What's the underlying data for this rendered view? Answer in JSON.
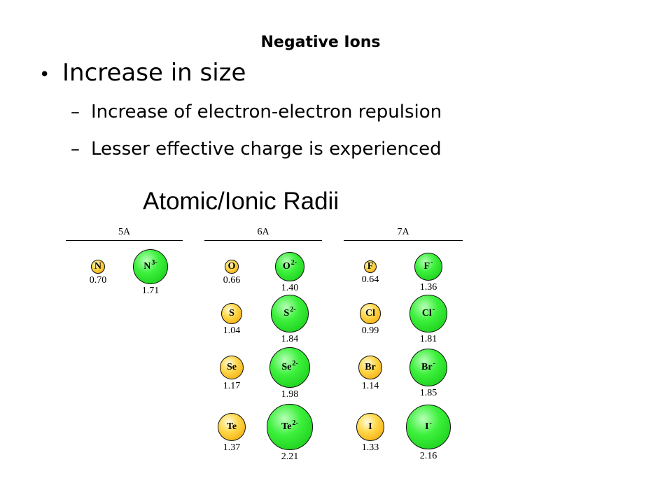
{
  "slide": {
    "title": "Negative Ions",
    "bullet_mark": "•",
    "sub_mark": "–",
    "bullet": "Increase in size",
    "sub_bullets": [
      "Increase of electron-electron repulsion",
      "Lesser effective charge is experienced"
    ]
  },
  "figure": {
    "title": "Atomic/Ionic Radii",
    "groups": [
      "5A",
      "6A",
      "7A"
    ],
    "elements": [
      {
        "atom": "N",
        "atom_radius": "0.70",
        "ion": "N",
        "charge": "3-",
        "ion_radius": "1.71"
      },
      {
        "atom": "O",
        "atom_radius": "0.66",
        "ion": "O",
        "charge": "2-",
        "ion_radius": "1.40"
      },
      {
        "atom": "S",
        "atom_radius": "1.04",
        "ion": "S",
        "charge": "2-",
        "ion_radius": "1.84"
      },
      {
        "atom": "Se",
        "atom_radius": "1.17",
        "ion": "Se",
        "charge": "2-",
        "ion_radius": "1.98"
      },
      {
        "atom": "Te",
        "atom_radius": "1.37",
        "ion": "Te",
        "charge": "2-",
        "ion_radius": "2.21"
      },
      {
        "atom": "F",
        "atom_radius": "0.64",
        "ion": "F",
        "charge": "-",
        "ion_radius": "1.36"
      },
      {
        "atom": "Cl",
        "atom_radius": "0.99",
        "ion": "Cl",
        "charge": "-",
        "ion_radius": "1.81"
      },
      {
        "atom": "Br",
        "atom_radius": "1.14",
        "ion": "Br",
        "charge": "-",
        "ion_radius": "1.85"
      },
      {
        "atom": "I",
        "atom_radius": "1.33",
        "ion": "I",
        "charge": "-",
        "ion_radius": "2.16"
      }
    ],
    "colors": {
      "neutral_atom": "#ffc21a",
      "anion": "#2ee02e"
    }
  }
}
